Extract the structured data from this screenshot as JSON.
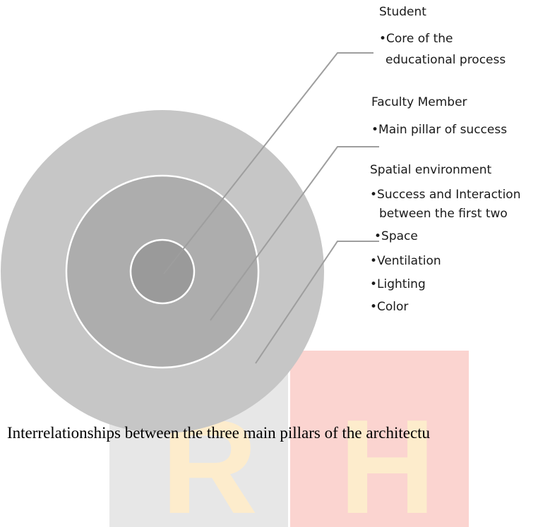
{
  "layers": [
    {
      "title": "Student",
      "bullets": [
        "•Core of the",
        "educational process"
      ]
    },
    {
      "title": "Faculty Member",
      "bullets": [
        "•Main pillar of success"
      ]
    },
    {
      "title": "Spatial environment",
      "bullets": [
        "•Success and Interaction",
        "between the first two",
        "•Space",
        "•Ventilation",
        "•Lighting",
        "•Color"
      ]
    }
  ],
  "caption": "Interrelationships between the three main pillars of the architectu",
  "watermark": {
    "letters": [
      "R",
      "H"
    ]
  },
  "colors": {
    "outer_circle": "#c6c6c6",
    "middle_circle": "#adadad",
    "inner_circle": "#9a9a9a",
    "ring_stroke": "#ffffff",
    "leader_line": "#9e9e9e",
    "watermark_gray": "#e7e7e7",
    "watermark_red": "#fbd4d0",
    "watermark_letter": "#fdeccc"
  }
}
